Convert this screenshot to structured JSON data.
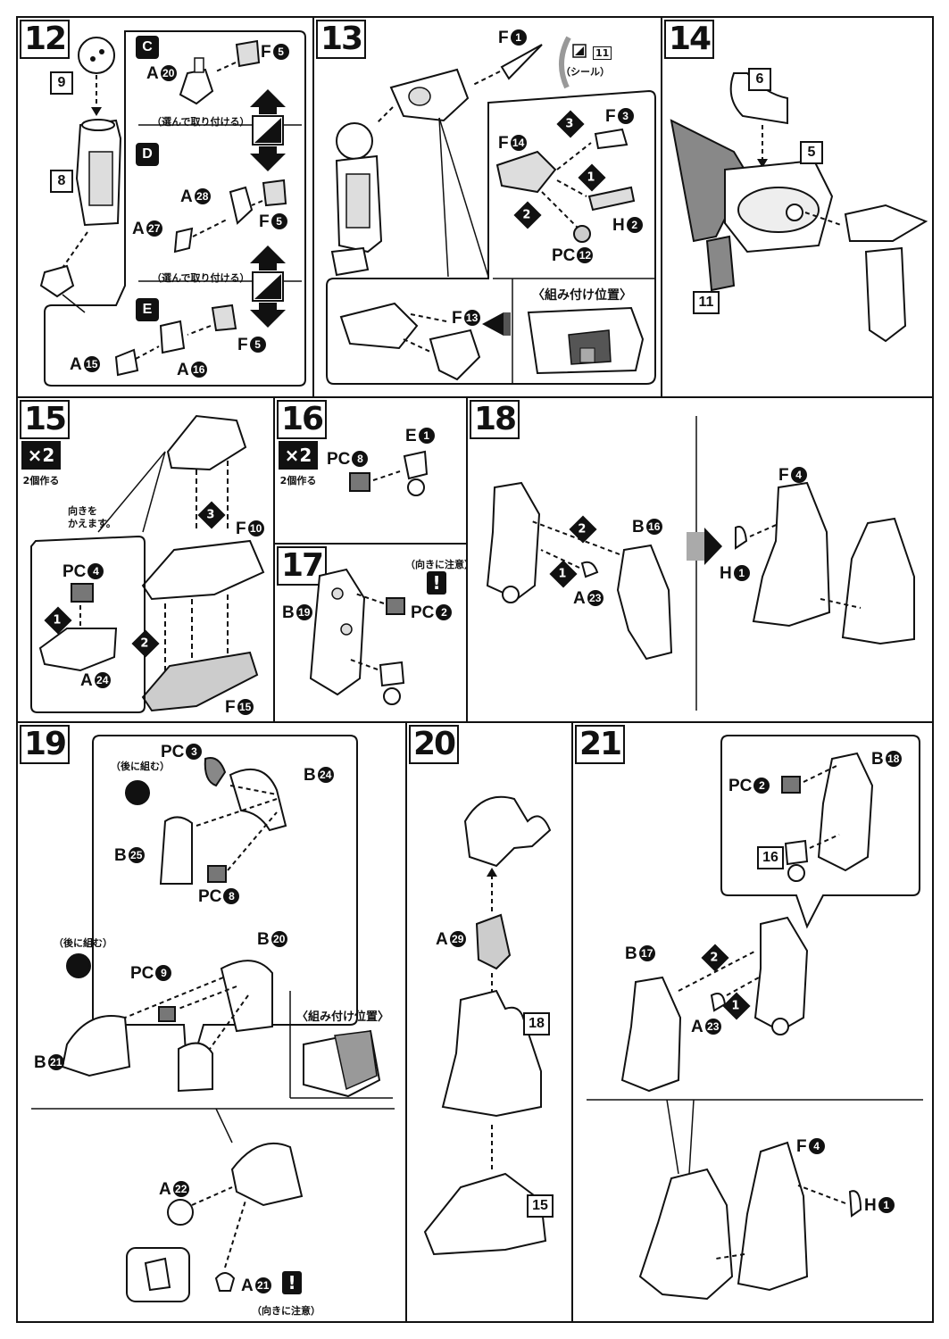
{
  "steps": {
    "s12": {
      "number": "12",
      "parts": {
        "p9": "9",
        "p8": "8",
        "A20": "A",
        "A20n": "20",
        "F5a": "F",
        "F5an": "5",
        "A28": "A",
        "A28n": "28",
        "A27": "A",
        "A27n": "27",
        "F5b": "F",
        "F5bn": "5",
        "A15": "A",
        "A15n": "15",
        "A16": "A",
        "A16n": "16",
        "F5c": "F",
        "F5cn": "5"
      },
      "options": {
        "C": "C",
        "D": "D",
        "E": "E"
      },
      "choose_note": "（選んで取り付ける）"
    },
    "s13": {
      "number": "13",
      "parts": {
        "F1": "F",
        "F1n": "1",
        "F3": "F",
        "F3n": "3",
        "F14": "F",
        "F14n": "14",
        "H2": "H",
        "H2n": "2",
        "PC12": "PC",
        "PC12n": "12",
        "F13": "F",
        "F13n": "13",
        "sticker": "11"
      },
      "sticker_note": "（シール）",
      "position_note": "〈組み付け位置〉"
    },
    "s14": {
      "number": "14",
      "parts": {
        "p6": "6",
        "p5": "5",
        "p11": "11"
      }
    },
    "s15": {
      "number": "15",
      "times": "×2",
      "times_note": "2個作る",
      "direction_note_1": "向きを",
      "direction_note_2": "かえます。",
      "parts": {
        "PC4": "PC",
        "PC4n": "4",
        "A24": "A",
        "A24n": "24",
        "F10": "F",
        "F10n": "10",
        "F15": "F",
        "F15n": "15"
      }
    },
    "s16": {
      "number": "16",
      "times": "×2",
      "times_note": "2個作る",
      "parts": {
        "PC8": "PC",
        "PC8n": "8",
        "E1": "E",
        "E1n": "1"
      }
    },
    "s17": {
      "number": "17",
      "caution": "（向きに注意）",
      "parts": {
        "B19": "B",
        "B19n": "19",
        "PC2": "PC",
        "PC2n": "2"
      }
    },
    "s18": {
      "number": "18",
      "parts": {
        "B16": "B",
        "B16n": "16",
        "A23": "A",
        "A23n": "23",
        "F4": "F",
        "F4n": "4",
        "H1": "H",
        "H1n": "1"
      }
    },
    "s19": {
      "number": "19",
      "later_note": "（後に組む）",
      "position_note": "〈組み付け位置〉",
      "caution": "（向きに注意）",
      "parts": {
        "PC3": "PC",
        "PC3n": "3",
        "B24": "B",
        "B24n": "24",
        "B25": "B",
        "B25n": "25",
        "PC8": "PC",
        "PC8n": "8",
        "B20": "B",
        "B20n": "20",
        "PC9": "PC",
        "PC9n": "9",
        "B21": "B",
        "B21n": "21",
        "A22": "A",
        "A22n": "22",
        "A21": "A",
        "A21n": "21"
      }
    },
    "s20": {
      "number": "20",
      "parts": {
        "A29": "A",
        "A29n": "29",
        "p18": "18",
        "p15": "15"
      }
    },
    "s21": {
      "number": "21",
      "parts": {
        "B18": "B",
        "B18n": "18",
        "PC2": "PC",
        "PC2n": "2",
        "p16": "16",
        "B17": "B",
        "B17n": "17",
        "A23": "A",
        "A23n": "23",
        "F4": "F",
        "F4n": "4",
        "H1": "H",
        "H1n": "1"
      }
    }
  },
  "order_marks": {
    "o1": "1",
    "o2": "2",
    "o3": "3"
  }
}
